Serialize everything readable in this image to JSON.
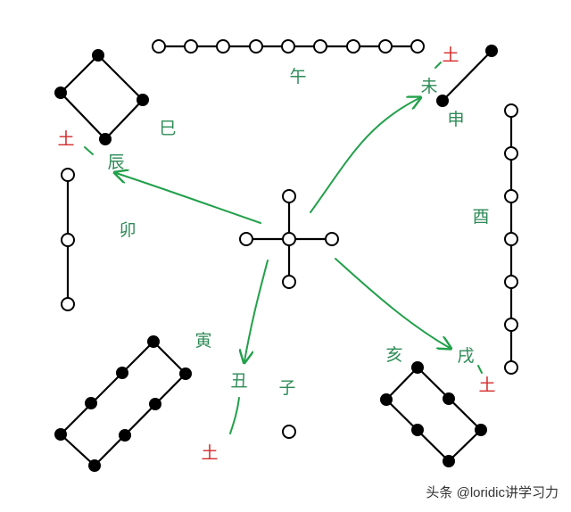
{
  "colors": {
    "line": "#000000",
    "open_node_fill": "#ffffff",
    "filled_node_fill": "#000000",
    "branch_text": "#2e8b57",
    "earth_text": "#d42a2a",
    "arrow": "#22a04a"
  },
  "branches": {
    "wu": "午",
    "wei": "未",
    "shen": "申",
    "you": "酉",
    "xu": "戌",
    "hai": "亥",
    "zi": "子",
    "chou": "丑",
    "yin": "寅",
    "mao": "卯",
    "chen": "辰",
    "si": "巳"
  },
  "earth": {
    "wei": "土",
    "chen": "土",
    "chou": "土",
    "xu": "土"
  },
  "watermark": "头条 @loridic讲学习力"
}
